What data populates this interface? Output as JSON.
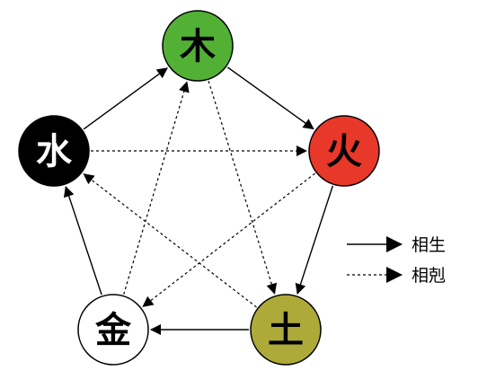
{
  "elements": [
    {
      "id": "wood",
      "label": "木",
      "fill": "#52b135",
      "text_color": "#000000"
    },
    {
      "id": "fire",
      "label": "火",
      "fill": "#e8382a",
      "text_color": "#000000"
    },
    {
      "id": "earth",
      "label": "土",
      "fill": "#aeaa39",
      "text_color": "#000000"
    },
    {
      "id": "metal",
      "label": "金",
      "fill": "#ffffff",
      "text_color": "#000000"
    },
    {
      "id": "water",
      "label": "水",
      "fill": "#000000",
      "text_color": "#ffffff"
    }
  ],
  "generating_cycle": [
    {
      "from": "wood",
      "to": "fire"
    },
    {
      "from": "fire",
      "to": "earth"
    },
    {
      "from": "earth",
      "to": "metal"
    },
    {
      "from": "metal",
      "to": "water"
    },
    {
      "from": "water",
      "to": "wood"
    }
  ],
  "overcoming_cycle": [
    {
      "from": "wood",
      "to": "earth"
    },
    {
      "from": "earth",
      "to": "water"
    },
    {
      "from": "water",
      "to": "fire"
    },
    {
      "from": "fire",
      "to": "metal"
    },
    {
      "from": "metal",
      "to": "wood"
    }
  ],
  "legend": {
    "solid_label": "相生",
    "dashed_label": "相剋"
  },
  "colors": {
    "arrow": "#000000",
    "node_stroke": "#000000"
  }
}
